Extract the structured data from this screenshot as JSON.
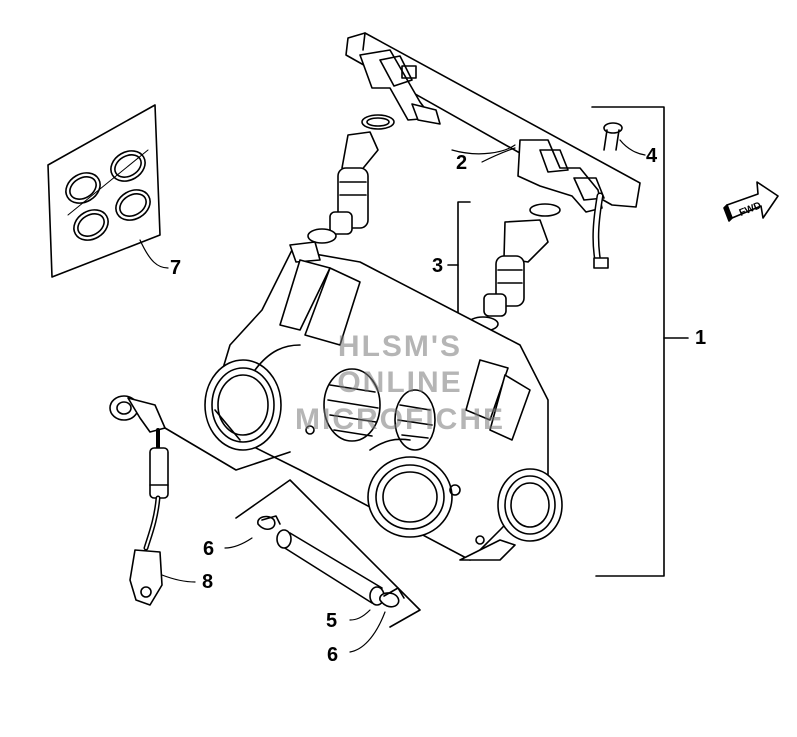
{
  "labels": {
    "l1": "1",
    "l2": "2",
    "l3": "3",
    "l4": "4",
    "l5": "5",
    "l6a": "6",
    "l6b": "6",
    "l7": "7",
    "l8": "8"
  },
  "watermark": {
    "line1": "HLSM'S",
    "line2": "ONLINE",
    "line3": "MICROFICHE"
  },
  "fwd_arrow": {
    "text": "FWD"
  }
}
